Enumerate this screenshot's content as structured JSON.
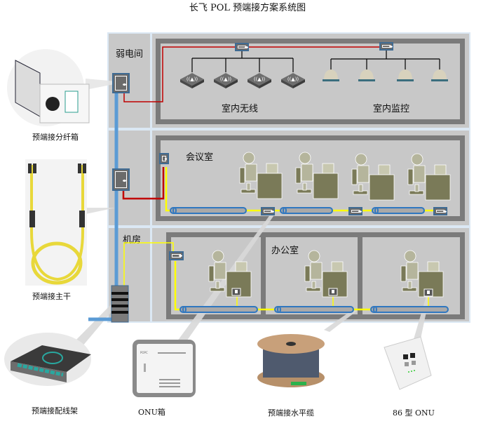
{
  "title": "长飞 POL 预端接方案系统图",
  "floors": {
    "top": {
      "shaft_label": "弱电间",
      "zones": [
        {
          "label": "室内无线",
          "device_count": 4,
          "device_type": "wireless-ap"
        },
        {
          "label": "室内监控",
          "device_count": 4,
          "device_type": "dome-camera"
        }
      ]
    },
    "middle": {
      "room_label": "会议室",
      "workstation_count": 4
    },
    "bottom": {
      "shaft_label": "机房",
      "room_label": "办公室",
      "workstation_count": 3
    }
  },
  "products": [
    {
      "id": "distribution-box",
      "label": "预端接分纤箱"
    },
    {
      "id": "trunk-cable",
      "label": "预端接主干"
    },
    {
      "id": "patch-panel",
      "label": "预端接配线架"
    },
    {
      "id": "onu-box",
      "label": "ONU箱"
    },
    {
      "id": "horizontal-cable",
      "label": "预端接水平缆"
    },
    {
      "id": "onu-86",
      "label": "86 型 ONU"
    }
  ],
  "colors": {
    "trunk_fiber": "#5b9bd5",
    "red_link": "#c00000",
    "yellow_link": "#ffff00",
    "room_border": "#7b7b7b",
    "panel_bg": "#c8c8c8",
    "person": "#b5b59c",
    "desk": "#7a7a58"
  }
}
